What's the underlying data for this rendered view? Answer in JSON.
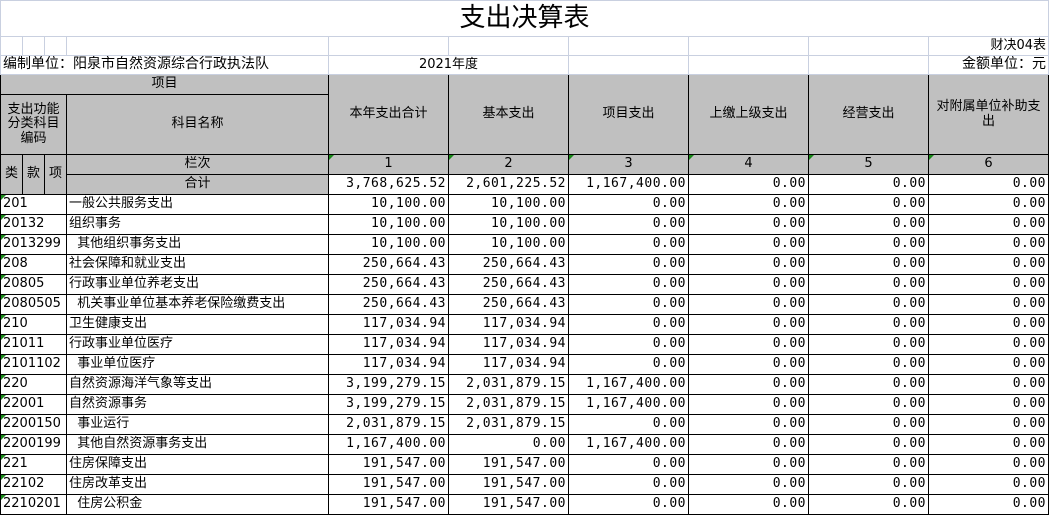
{
  "title": "支出决算表",
  "form_no": "财决04表",
  "unit_label": "编制单位：阳泉市自然资源综合行政执法队",
  "year": "2021年度",
  "currency": "金额单位：元",
  "headers": {
    "item": "项目",
    "code": "支出功能分类科目编码",
    "name": "科目名称",
    "lei": "类",
    "kuan": "款",
    "xiang": "项",
    "lanci": "栏次",
    "total_label": "合计",
    "cols": [
      "本年支出合计",
      "基本支出",
      "项目支出",
      "上缴上级支出",
      "经营支出",
      "对附属单位补助支出"
    ],
    "col_nums": [
      "1",
      "2",
      "3",
      "4",
      "5",
      "6"
    ]
  },
  "total": [
    "3,768,625.52",
    "2,601,225.52",
    "1,167,400.00",
    "0.00",
    "0.00",
    "0.00"
  ],
  "rows": [
    {
      "code": "201",
      "name": "一般公共服务支出",
      "v": [
        "10,100.00",
        "10,100.00",
        "0.00",
        "0.00",
        "0.00",
        "0.00"
      ]
    },
    {
      "code": "20132",
      "name": "组织事务",
      "v": [
        "10,100.00",
        "10,100.00",
        "0.00",
        "0.00",
        "0.00",
        "0.00"
      ]
    },
    {
      "code": "2013299",
      "name": "  其他组织事务支出",
      "v": [
        "10,100.00",
        "10,100.00",
        "0.00",
        "0.00",
        "0.00",
        "0.00"
      ]
    },
    {
      "code": "208",
      "name": "社会保障和就业支出",
      "v": [
        "250,664.43",
        "250,664.43",
        "0.00",
        "0.00",
        "0.00",
        "0.00"
      ]
    },
    {
      "code": "20805",
      "name": "行政事业单位养老支出",
      "v": [
        "250,664.43",
        "250,664.43",
        "0.00",
        "0.00",
        "0.00",
        "0.00"
      ]
    },
    {
      "code": "2080505",
      "name": "  机关事业单位基本养老保险缴费支出",
      "v": [
        "250,664.43",
        "250,664.43",
        "0.00",
        "0.00",
        "0.00",
        "0.00"
      ]
    },
    {
      "code": "210",
      "name": "卫生健康支出",
      "v": [
        "117,034.94",
        "117,034.94",
        "0.00",
        "0.00",
        "0.00",
        "0.00"
      ]
    },
    {
      "code": "21011",
      "name": "行政事业单位医疗",
      "v": [
        "117,034.94",
        "117,034.94",
        "0.00",
        "0.00",
        "0.00",
        "0.00"
      ]
    },
    {
      "code": "2101102",
      "name": "  事业单位医疗",
      "v": [
        "117,034.94",
        "117,034.94",
        "0.00",
        "0.00",
        "0.00",
        "0.00"
      ]
    },
    {
      "code": "220",
      "name": "自然资源海洋气象等支出",
      "v": [
        "3,199,279.15",
        "2,031,879.15",
        "1,167,400.00",
        "0.00",
        "0.00",
        "0.00"
      ]
    },
    {
      "code": "22001",
      "name": "自然资源事务",
      "v": [
        "3,199,279.15",
        "2,031,879.15",
        "1,167,400.00",
        "0.00",
        "0.00",
        "0.00"
      ]
    },
    {
      "code": "2200150",
      "name": "  事业运行",
      "v": [
        "2,031,879.15",
        "2,031,879.15",
        "0.00",
        "0.00",
        "0.00",
        "0.00"
      ]
    },
    {
      "code": "2200199",
      "name": "  其他自然资源事务支出",
      "v": [
        "1,167,400.00",
        "0.00",
        "1,167,400.00",
        "0.00",
        "0.00",
        "0.00"
      ]
    },
    {
      "code": "221",
      "name": "住房保障支出",
      "v": [
        "191,547.00",
        "191,547.00",
        "0.00",
        "0.00",
        "0.00",
        "0.00"
      ]
    },
    {
      "code": "22102",
      "name": "住房改革支出",
      "v": [
        "191,547.00",
        "191,547.00",
        "0.00",
        "0.00",
        "0.00",
        "0.00"
      ]
    },
    {
      "code": "2210201",
      "name": "  住房公积金",
      "v": [
        "191,547.00",
        "191,547.00",
        "0.00",
        "0.00",
        "0.00",
        "0.00"
      ]
    }
  ]
}
